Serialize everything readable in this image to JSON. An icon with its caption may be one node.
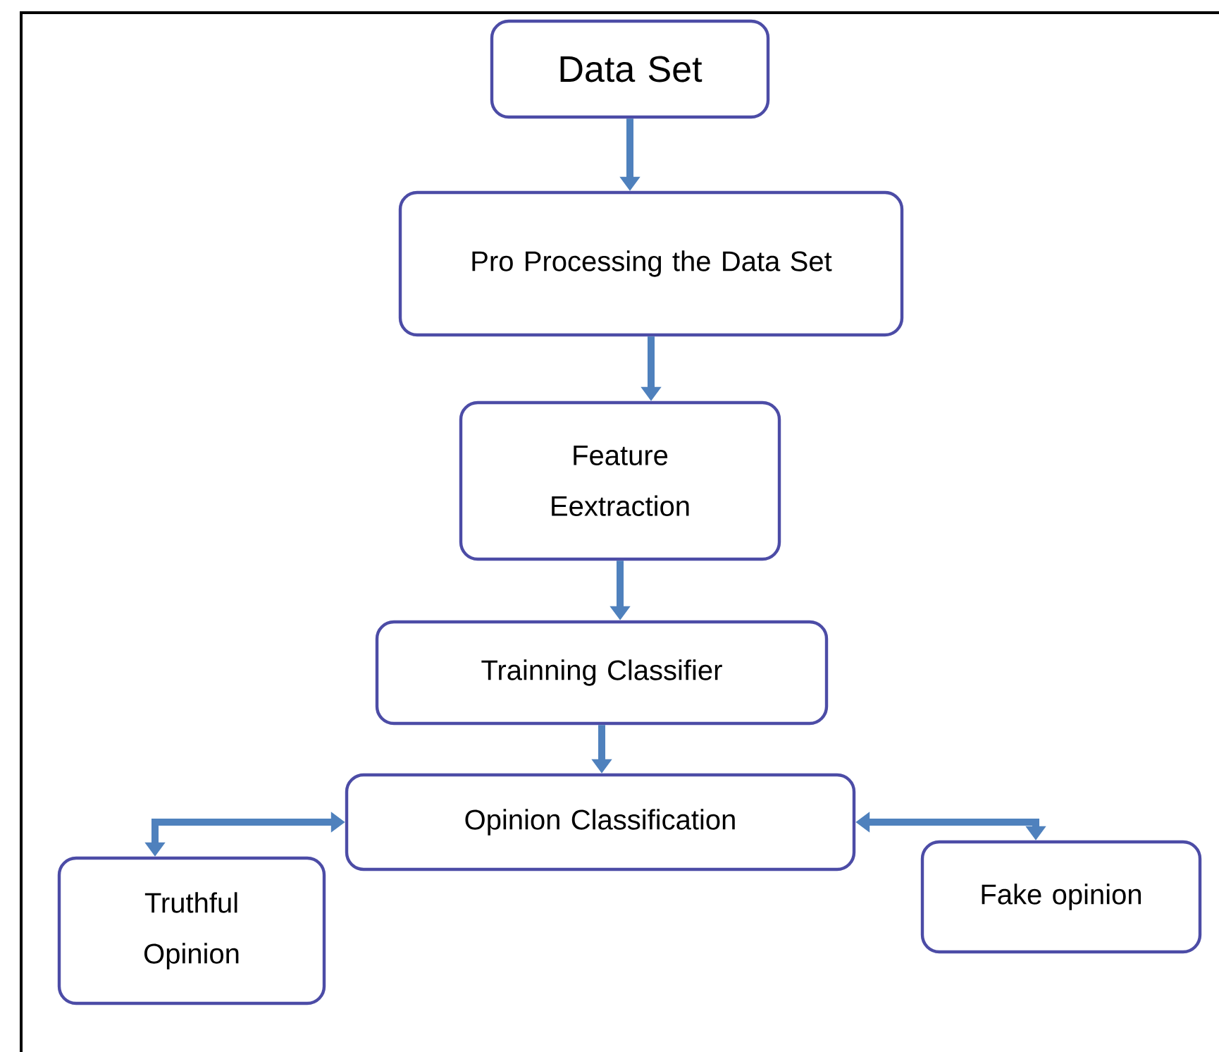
{
  "diagram": {
    "nodes": [
      {
        "text": [
          "Data Set"
        ]
      },
      {
        "text": [
          "Pro Processing the Data Set"
        ]
      },
      {
        "text": [
          "Feature Eextraction"
        ]
      },
      {
        "text": [
          "Trainning Classifier"
        ]
      },
      {
        "text": [
          "Opinion Classification"
        ]
      },
      {
        "text": [
          "Truthful Opinion"
        ]
      },
      {
        "text": [
          "Fake opinion"
        ]
      }
    ],
    "edges": [
      {
        "from": 0,
        "to": 1,
        "arrow": "to"
      },
      {
        "from": 1,
        "to": 2,
        "arrow": "to"
      },
      {
        "from": 2,
        "to": 3,
        "arrow": "to"
      },
      {
        "from": 3,
        "to": 4,
        "arrow": "to"
      },
      {
        "from": 4,
        "to": 5,
        "arrow": "both"
      },
      {
        "from": 4,
        "to": 6,
        "arrow": "both"
      }
    ]
  }
}
